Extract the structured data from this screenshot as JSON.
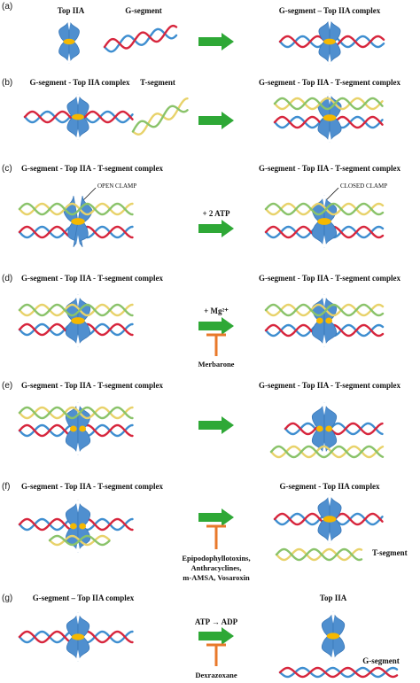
{
  "colors": {
    "protein": "#4f8fcf",
    "protein_stroke": "#3a78b8",
    "gate": "#f5b800",
    "dna_red": "#d7263d",
    "dna_blue": "#3e8ed0",
    "dna_yellow": "#e8d26a",
    "dna_green": "#8ac36a",
    "arrow": "#2ea836",
    "inhibitor": "#e8792b"
  },
  "panels": [
    {
      "letter": "(a)",
      "left_title": "Top IIA",
      "left_title2": "G-segment",
      "right_title": "G-segment – Top IIA complex",
      "arrow_label": "",
      "inhibitor": []
    },
    {
      "letter": "(b)",
      "left_title": "G-segment - Top IIA complex",
      "left_title2": "T-segment",
      "right_title": "G-segment - Top IIA - T-segment complex",
      "arrow_label": "",
      "inhibitor": []
    },
    {
      "letter": "(c)",
      "left_title": "G-segment - Top IIA - T-segment complex",
      "left_title2": "",
      "right_title": "G-segment - Top IIA - T-segment complex",
      "arrow_label": "+ 2 ATP",
      "inhibitor": []
    },
    {
      "letter": "(d)",
      "left_title": "G-segment - Top IIA - T-segment complex",
      "left_title2": "",
      "right_title": "G-segment - Top IIA - T-segment complex",
      "arrow_label": "+ Mg²⁺",
      "inhibitor": [
        "Merbarone"
      ]
    },
    {
      "letter": "(e)",
      "left_title": "G-segment - Top IIA - T-segment complex",
      "left_title2": "",
      "right_title": "G-segment - Top IIA - T-segment complex",
      "arrow_label": "",
      "inhibitor": []
    },
    {
      "letter": "(f)",
      "left_title": "G-segment - Top IIA - T-segment complex",
      "left_title2": "",
      "right_title": "G-segment - Top IIA complex",
      "arrow_label": "",
      "inhibitor": [
        "Epipodophyllotoxins,",
        "Anthracyclines,",
        "m-AMSA, Vosaroxin"
      ]
    },
    {
      "letter": "(g)",
      "left_title": "G-segment – Top IIA complex",
      "left_title2": "",
      "right_title": "Top IIA",
      "arrow_label": "ATP → ADP",
      "inhibitor": [
        "Dexrazoxane"
      ]
    }
  ],
  "clamp_labels": {
    "open": "OPEN CLAMP",
    "closed": "CLOSED CLAMP"
  },
  "side_labels": {
    "t_segment": "T-segment",
    "g_segment": "G-segment"
  }
}
